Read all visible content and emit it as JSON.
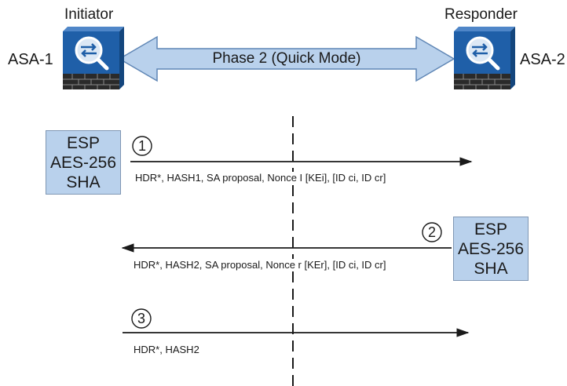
{
  "initiator": {
    "role": "Initiator",
    "device": "ASA-1"
  },
  "responder": {
    "role": "Responder",
    "device": "ASA-2"
  },
  "phase_label": "Phase 2 (Quick Mode)",
  "proposal": {
    "line1": "ESP",
    "line2": "AES-256",
    "line3": "SHA"
  },
  "messages": [
    {
      "step": "1",
      "text": "HDR*, HASH1, SA proposal, Nonce I [KEi], [ID ci, ID cr]"
    },
    {
      "step": "2",
      "text": "HDR*, HASH2, SA proposal, Nonce r [KEr], [ID ci, ID cr]"
    },
    {
      "step": "3",
      "text": "HDR*, HASH2"
    }
  ],
  "colors": {
    "device_blue": "#1f5fa8",
    "arrow_fill": "#b9d1ec",
    "proposal_box": "#b9d1ec",
    "line": "#1a1a1a"
  },
  "icons": {
    "device": "firewall-icon"
  }
}
